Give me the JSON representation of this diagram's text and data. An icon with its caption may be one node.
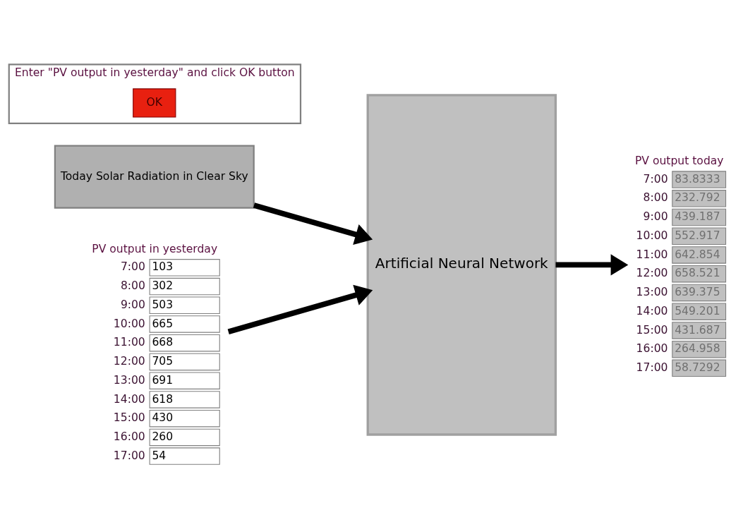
{
  "diagram": {
    "nodes": [
      {
        "text": [
          "Today Solar Radiation in Clear Sky"
        ]
      },
      {
        "text": [
          "PV output in yesterday",
          "7:00",
          "103",
          "8:00",
          "302",
          "9:00",
          "503",
          "10:00",
          "665",
          "11:00",
          "668",
          "12:00",
          "705",
          "13:00",
          "691",
          "14:00",
          "618",
          "15:00",
          "430",
          "16:00",
          "260",
          "17:00",
          "54"
        ]
      },
      {
        "text": [
          "Artificial Neural Network"
        ]
      },
      {
        "text": [
          "PV output today",
          "7:00",
          "83.8333",
          "8:00",
          "232.792",
          "9:00",
          "439.187",
          "10:00",
          "552.917",
          "11:00",
          "642.854",
          "12:00",
          "658.521",
          "13:00",
          "639.375",
          "14:00",
          "549.201",
          "15:00",
          "431.687",
          "16:00",
          "264.958",
          "17:00",
          "58.7292"
        ]
      },
      {
        "text": [
          "Enter \"PV output in yesterday\" and click OK button"
        ]
      },
      {
        "text": [
          "OK"
        ],
        "in": 4
      }
    ],
    "edges": [
      {
        "from": 0,
        "to": 2,
        "arrow": "to"
      },
      {
        "from": 1,
        "to": 2,
        "arrow": "to"
      },
      {
        "from": 2,
        "to": 3,
        "arrow": "to"
      }
    ]
  }
}
